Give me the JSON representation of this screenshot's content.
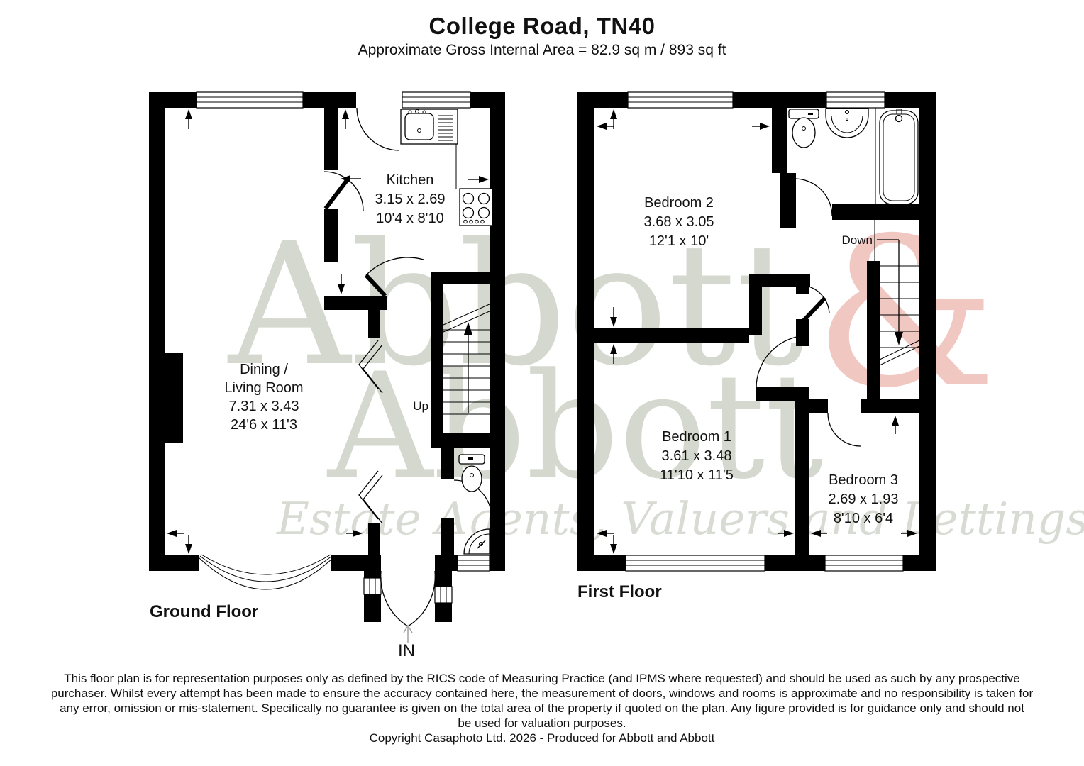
{
  "header": {
    "title": "College Road, TN40",
    "subtitle": "Approximate Gross Internal Area = 82.9 sq m / 893 sq ft"
  },
  "ground": {
    "label": "Ground Floor",
    "kitchen": {
      "name": "Kitchen",
      "metric": "3.15 x 2.69",
      "imperial": "10'4 x 8'10"
    },
    "living": {
      "line1": "Dining /",
      "line2": "Living Room",
      "metric": "7.31 x 3.43",
      "imperial": "24'6 x 11'3"
    },
    "up": "Up",
    "entrance": "IN"
  },
  "first": {
    "label": "First Floor",
    "bedroom2": {
      "name": "Bedroom 2",
      "metric": "3.68 x 3.05",
      "imperial": "12'1 x 10'"
    },
    "bedroom1": {
      "name": "Bedroom 1",
      "metric": "3.61 x 3.48",
      "imperial": "11'10 x 11'5"
    },
    "bedroom3": {
      "name": "Bedroom 3",
      "metric": "2.69 x 1.93",
      "imperial": "8'10 x 6'4"
    },
    "down": "Down"
  },
  "watermark": {
    "word1": "Abbott",
    "ampersand": "&",
    "word2": "Abbott",
    "tagline": "Estate Agents, Valuers and Lettings",
    "gray_color": "#d4d8ce",
    "pink_color": "#f1c7c1"
  },
  "footer": {
    "line1": "This floor plan is for representation purposes only as defined by the RICS code of Measuring Practice (and IPMS where requested) and should be used as such by any prospective",
    "line2": "purchaser. Whilst every attempt has been made to ensure the accuracy contained here, the measurement of doors, windows and rooms is approximate and no responsibility is taken for",
    "line3": "any error, omission or mis-statement. Specifically no guarantee is given on the total area of the property if quoted on the plan. Any figure provided is for guidance only and should not",
    "line4": "be used for valuation purposes.",
    "copyright": "Copyright Casaphoto Ltd. 2026 - Produced for Abbott and Abbott"
  }
}
